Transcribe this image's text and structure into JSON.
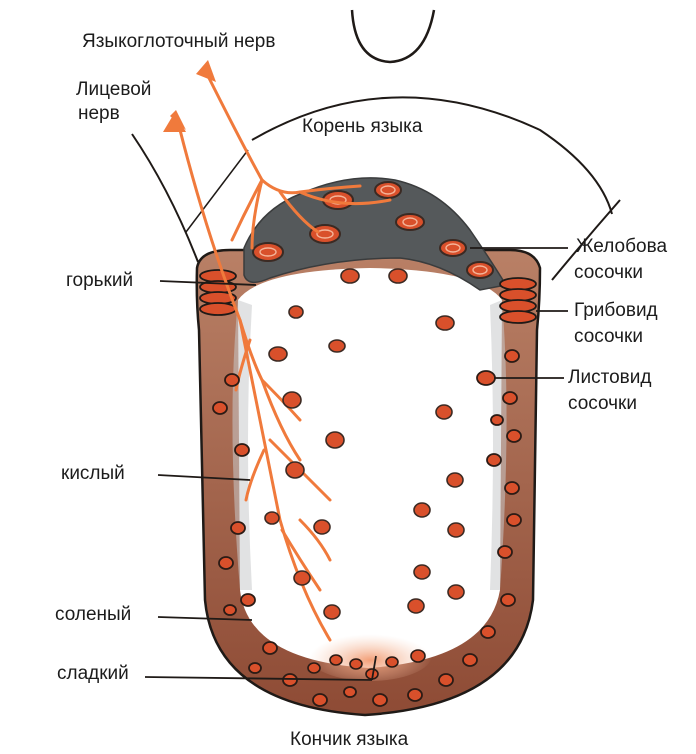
{
  "labels": {
    "glossopharyngeal_nerve": "Языкоглоточный нерв",
    "facial_nerve_line1": "Лицевой",
    "facial_nerve_line2": "нерв",
    "tongue_root": "Корень языка",
    "bitter": "горький",
    "sour": "кислый",
    "salty": "соленый",
    "sweet": "сладкий",
    "tongue_tip": "Кончик языка",
    "vallate_line1": "Желобова",
    "vallate_line2": "сосочки",
    "fungiform_line1": "Грибовид",
    "fungiform_line2": "сосочки",
    "foliate_line1": "Листовид",
    "foliate_line2": "сосочки"
  },
  "colors": {
    "outline": "#1f1a17",
    "papilla_fill": "#d9502b",
    "nerve": "#f07a3c",
    "root_zone": "#5a5d5e",
    "edge_zone": "#9a5a44",
    "tip_glow": "#f3a07a"
  }
}
